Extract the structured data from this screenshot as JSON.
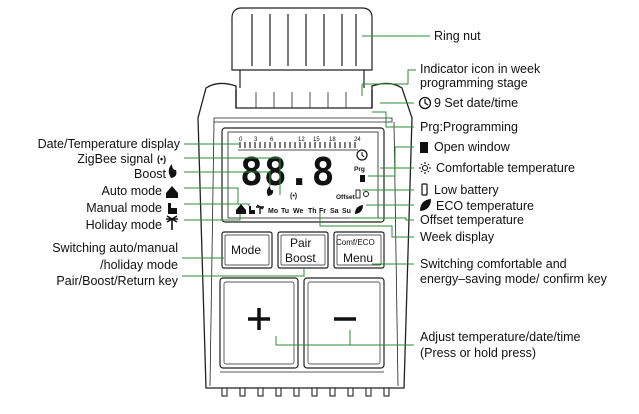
{
  "device": {
    "mode_label": "Mode",
    "pair_line1": "Pair",
    "pair_line2": "Boost",
    "comf_line1": "Comf/ECO",
    "comf_line2": "Menu",
    "plus_symbol": "+",
    "minus_symbol": "−",
    "lcd": {
      "digits": "88.8",
      "day_labels": [
        "Mo",
        "Tu",
        "We",
        "Th",
        "Fr",
        "Sa",
        "Su"
      ],
      "offset_label": "Offset",
      "prg_label": "Prg",
      "scale_labels": [
        "0",
        "3",
        "6",
        "12",
        "15",
        "18",
        "24"
      ]
    }
  },
  "labels_right": {
    "ring_nut": "Ring nut",
    "indicator_line1": "Indicator icon in week",
    "indicator_line2": "programming stage",
    "set_date": "9 Set date/time",
    "prg": "Prg:Programming",
    "open_window": "Open window",
    "comfort": "Comfortable temperature",
    "low_battery": "Low battery",
    "eco": "ECO temperature",
    "offset": "Offset temperature",
    "week": "Week display",
    "switch_line1": "Switching comfortable and",
    "switch_line2": "energy–saving mode/ confirm key",
    "adjust_line1": "Adjust temperature/date/time",
    "adjust_line2": "(Press or hold press)"
  },
  "labels_left": {
    "date_temp": "Date/Temperature display",
    "zigbee": "ZigBee signal",
    "boost": "Boost",
    "auto": "Auto mode",
    "manual": "Manual mode",
    "holiday": "Holiday mode",
    "switching_line1": "Switching auto/manual",
    "switching_line2": "/holiday mode",
    "pair_key": "Pair/Boost/Return key"
  }
}
